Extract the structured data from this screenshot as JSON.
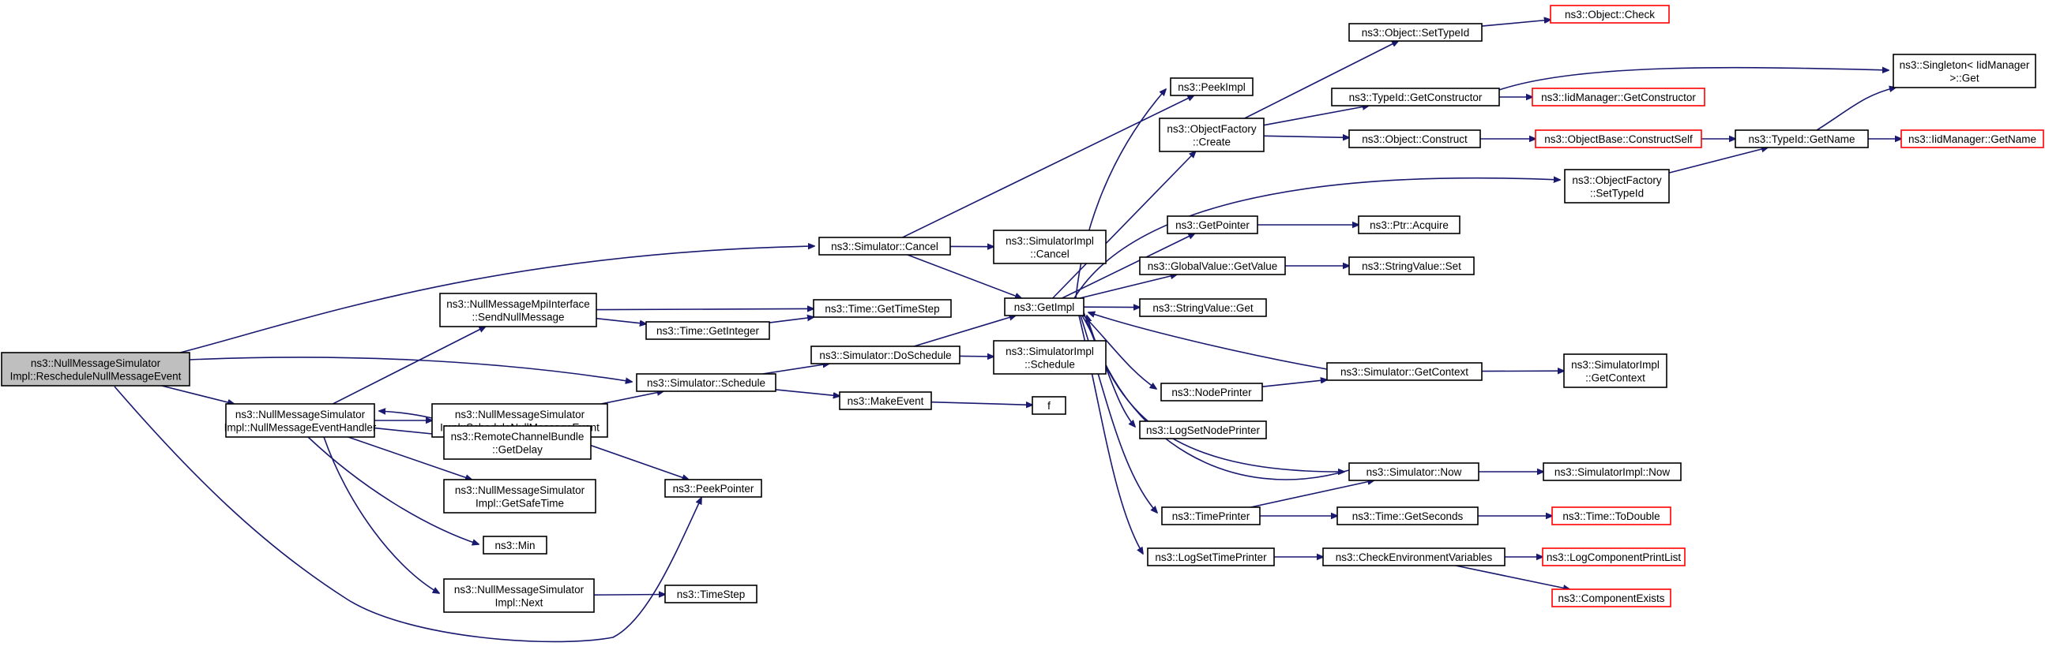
{
  "colors": {
    "edge": "#191970",
    "node_border": "#000000",
    "node_border_truncated": "#ff0000",
    "node_fill": "#ffffff",
    "root_fill": "#bfbfbf"
  },
  "nodes": [
    {
      "id": "root",
      "lines": [
        "ns3::NullMessageSimulator",
        "Impl::RescheduleNullMessageEvent"
      ],
      "style": "root"
    },
    {
      "id": "nmeh",
      "lines": [
        "ns3::NullMessageSimulator",
        "Impl::NullMessageEventHandler"
      ],
      "style": "normal"
    },
    {
      "id": "sendnull",
      "lines": [
        "ns3::NullMessageMpiInterface",
        "::SendNullMessage"
      ],
      "style": "normal"
    },
    {
      "id": "schednull",
      "lines": [
        "ns3::NullMessageSimulator",
        "Impl::ScheduleNullMessageEvent"
      ],
      "style": "normal"
    },
    {
      "id": "getdelay",
      "lines": [
        "ns3::RemoteChannelBundle",
        "::GetDelay"
      ],
      "style": "normal"
    },
    {
      "id": "getsafetime",
      "lines": [
        "ns3::NullMessageSimulator",
        "Impl::GetSafeTime"
      ],
      "style": "normal"
    },
    {
      "id": "min",
      "lines": [
        "ns3::Min"
      ],
      "style": "normal"
    },
    {
      "id": "next",
      "lines": [
        "ns3::NullMessageSimulator",
        "Impl::Next"
      ],
      "style": "normal"
    },
    {
      "id": "timestep",
      "lines": [
        "ns3::TimeStep"
      ],
      "style": "normal"
    },
    {
      "id": "peekpointer",
      "lines": [
        "ns3::PeekPointer"
      ],
      "style": "normal"
    },
    {
      "id": "simschedule",
      "lines": [
        "ns3::Simulator::Schedule"
      ],
      "style": "normal"
    },
    {
      "id": "simcancel",
      "lines": [
        "ns3::Simulator::Cancel"
      ],
      "style": "normal"
    },
    {
      "id": "gettimestep",
      "lines": [
        "ns3::Time::GetTimeStep"
      ],
      "style": "normal"
    },
    {
      "id": "getinteger",
      "lines": [
        "ns3::Time::GetInteger"
      ],
      "style": "normal"
    },
    {
      "id": "doschedule",
      "lines": [
        "ns3::Simulator::DoSchedule"
      ],
      "style": "normal"
    },
    {
      "id": "makeevent",
      "lines": [
        "ns3::MakeEvent"
      ],
      "style": "normal"
    },
    {
      "id": "f",
      "lines": [
        "f"
      ],
      "style": "normal"
    },
    {
      "id": "simimplcancel",
      "lines": [
        "ns3::SimulatorImpl",
        "::Cancel"
      ],
      "style": "normal"
    },
    {
      "id": "simimplschedule",
      "lines": [
        "ns3::SimulatorImpl",
        "::Schedule"
      ],
      "style": "normal"
    },
    {
      "id": "getimpl",
      "lines": [
        "ns3::GetImpl"
      ],
      "style": "normal"
    },
    {
      "id": "peekimpl",
      "lines": [
        "ns3::PeekImpl"
      ],
      "style": "normal"
    },
    {
      "id": "ofcreate",
      "lines": [
        "ns3::ObjectFactory",
        "::Create"
      ],
      "style": "normal"
    },
    {
      "id": "getpointer",
      "lines": [
        "ns3::GetPointer"
      ],
      "style": "normal"
    },
    {
      "id": "gvgetvalue",
      "lines": [
        "ns3::GlobalValue::GetValue"
      ],
      "style": "normal"
    },
    {
      "id": "svget",
      "lines": [
        "ns3::StringValue::Get"
      ],
      "style": "normal"
    },
    {
      "id": "nodeprinter",
      "lines": [
        "ns3::NodePrinter"
      ],
      "style": "normal"
    },
    {
      "id": "logsetnodeprinter",
      "lines": [
        "ns3::LogSetNodePrinter"
      ],
      "style": "normal"
    },
    {
      "id": "timeprinter",
      "lines": [
        "ns3::TimePrinter"
      ],
      "style": "normal"
    },
    {
      "id": "logsettimeprinter",
      "lines": [
        "ns3::LogSetTimePrinter"
      ],
      "style": "normal"
    },
    {
      "id": "objsettypeid",
      "lines": [
        "ns3::Object::SetTypeId"
      ],
      "style": "normal"
    },
    {
      "id": "tidgetconstructor",
      "lines": [
        "ns3::TypeId::GetConstructor"
      ],
      "style": "normal"
    },
    {
      "id": "objconstruct",
      "lines": [
        "ns3::Object::Construct"
      ],
      "style": "normal"
    },
    {
      "id": "ofsettypeid",
      "lines": [
        "ns3::ObjectFactory",
        "::SetTypeId"
      ],
      "style": "normal"
    },
    {
      "id": "ptracquire",
      "lines": [
        "ns3::Ptr::Acquire"
      ],
      "style": "normal"
    },
    {
      "id": "svset",
      "lines": [
        "ns3::StringValue::Set"
      ],
      "style": "normal"
    },
    {
      "id": "simgetcontext",
      "lines": [
        "ns3::Simulator::GetContext"
      ],
      "style": "normal"
    },
    {
      "id": "simnow",
      "lines": [
        "ns3::Simulator::Now"
      ],
      "style": "normal"
    },
    {
      "id": "getseconds",
      "lines": [
        "ns3::Time::GetSeconds"
      ],
      "style": "normal"
    },
    {
      "id": "checkenv",
      "lines": [
        "ns3::CheckEnvironmentVariables"
      ],
      "style": "normal"
    },
    {
      "id": "objcheck",
      "lines": [
        "ns3::Object::Check"
      ],
      "style": "truncated"
    },
    {
      "id": "iidgetconstructor",
      "lines": [
        "ns3::IidManager::GetConstructor"
      ],
      "style": "truncated"
    },
    {
      "id": "obconstructself",
      "lines": [
        "ns3::ObjectBase::ConstructSelf"
      ],
      "style": "truncated"
    },
    {
      "id": "tidgetname",
      "lines": [
        "ns3::TypeId::GetName"
      ],
      "style": "normal"
    },
    {
      "id": "singleton",
      "lines": [
        "ns3::Singleton< IidManager",
        " >::Get"
      ],
      "style": "normal"
    },
    {
      "id": "iidgetname",
      "lines": [
        "ns3::IidManager::GetName"
      ],
      "style": "truncated"
    },
    {
      "id": "simimplgetcontext",
      "lines": [
        "ns3::SimulatorImpl",
        "::GetContext"
      ],
      "style": "normal"
    },
    {
      "id": "simimplnow",
      "lines": [
        "ns3::SimulatorImpl::Now"
      ],
      "style": "normal"
    },
    {
      "id": "todouble",
      "lines": [
        "ns3::Time::ToDouble"
      ],
      "style": "truncated"
    },
    {
      "id": "logcompprintlist",
      "lines": [
        "ns3::LogComponentPrintList"
      ],
      "style": "truncated"
    },
    {
      "id": "compexists",
      "lines": [
        "ns3::ComponentExists"
      ],
      "style": "truncated"
    }
  ],
  "edges": [
    [
      "root",
      "nmeh"
    ],
    [
      "root",
      "simcancel"
    ],
    [
      "root",
      "simschedule"
    ],
    [
      "root",
      "peekpointer"
    ],
    [
      "nmeh",
      "sendnull"
    ],
    [
      "nmeh",
      "schednull"
    ],
    [
      "nmeh",
      "getdelay"
    ],
    [
      "nmeh",
      "getsafetime"
    ],
    [
      "nmeh",
      "min"
    ],
    [
      "nmeh",
      "next"
    ],
    [
      "schednull",
      "nmeh"
    ],
    [
      "schednull",
      "simschedule"
    ],
    [
      "schednull",
      "peekpointer"
    ],
    [
      "sendnull",
      "gettimestep"
    ],
    [
      "sendnull",
      "getinteger"
    ],
    [
      "getinteger",
      "gettimestep"
    ],
    [
      "next",
      "timestep"
    ],
    [
      "simschedule",
      "doschedule"
    ],
    [
      "simschedule",
      "makeevent"
    ],
    [
      "makeevent",
      "f"
    ],
    [
      "doschedule",
      "getimpl"
    ],
    [
      "doschedule",
      "simimplschedule"
    ],
    [
      "simcancel",
      "simimplcancel"
    ],
    [
      "simcancel",
      "getimpl"
    ],
    [
      "simcancel",
      "peekimpl"
    ],
    [
      "getimpl",
      "peekimpl"
    ],
    [
      "getimpl",
      "ofcreate"
    ],
    [
      "getimpl",
      "ofsettypeid"
    ],
    [
      "getimpl",
      "getpointer"
    ],
    [
      "getimpl",
      "gvgetvalue"
    ],
    [
      "getimpl",
      "svget"
    ],
    [
      "getimpl",
      "nodeprinter"
    ],
    [
      "getimpl",
      "logsetnodeprinter"
    ],
    [
      "getimpl",
      "simnow"
    ],
    [
      "getimpl",
      "timeprinter"
    ],
    [
      "getimpl",
      "logsettimeprinter"
    ],
    [
      "ofcreate",
      "objsettypeid"
    ],
    [
      "ofcreate",
      "tidgetconstructor"
    ],
    [
      "ofcreate",
      "objconstruct"
    ],
    [
      "objsettypeid",
      "objcheck"
    ],
    [
      "tidgetconstructor",
      "iidgetconstructor"
    ],
    [
      "tidgetconstructor",
      "singleton"
    ],
    [
      "objconstruct",
      "obconstructself"
    ],
    [
      "obconstructself",
      "tidgetname"
    ],
    [
      "ofsettypeid",
      "tidgetname"
    ],
    [
      "tidgetname",
      "singleton"
    ],
    [
      "tidgetname",
      "iidgetname"
    ],
    [
      "getpointer",
      "ptracquire"
    ],
    [
      "gvgetvalue",
      "svset"
    ],
    [
      "nodeprinter",
      "simgetcontext"
    ],
    [
      "simgetcontext",
      "getimpl"
    ],
    [
      "simgetcontext",
      "simimplgetcontext"
    ],
    [
      "timeprinter",
      "simnow"
    ],
    [
      "timeprinter",
      "getseconds"
    ],
    [
      "simnow",
      "getimpl"
    ],
    [
      "simnow",
      "simimplnow"
    ],
    [
      "getseconds",
      "todouble"
    ],
    [
      "logsettimeprinter",
      "checkenv"
    ],
    [
      "checkenv",
      "logcompprintlist"
    ],
    [
      "checkenv",
      "compexists"
    ]
  ]
}
